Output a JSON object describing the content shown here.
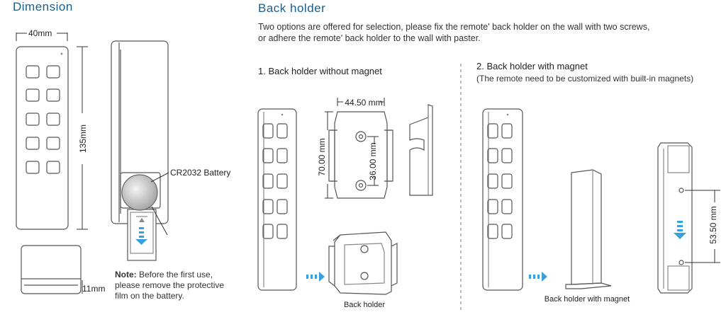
{
  "dimension": {
    "title": "Dimension",
    "width_label": "40mm",
    "height_label": "135mm",
    "depth_label": "11mm",
    "battery_label": "CR2032 Battery",
    "note_bold": "Note:",
    "note_line1": " Before the first use,",
    "note_line2": "please remove the protective",
    "note_line3": "film on the battery."
  },
  "back_holder": {
    "title": "Back holder",
    "desc_line1": "Two options are offered for selection, please fix the remote' back holder on the wall with two screws,",
    "desc_line2": "or adhere the remote' back holder to the wall with paster.",
    "option1": {
      "title": "1. Back holder without magnet",
      "width_label": "44.50 mm",
      "height_label": "70.00 mm",
      "hole_label": "36.00 mm",
      "caption": "Back holder"
    },
    "option2": {
      "title": "2. Back holder with magnet",
      "subtitle": "(The remote need to be customized with built-in magnets)",
      "distance_label": "53.50 mm",
      "caption": "Back holder with magnet"
    }
  },
  "colors": {
    "heading": "#1e5d86",
    "arrow": "#3aa0dc",
    "line": "#555555"
  }
}
